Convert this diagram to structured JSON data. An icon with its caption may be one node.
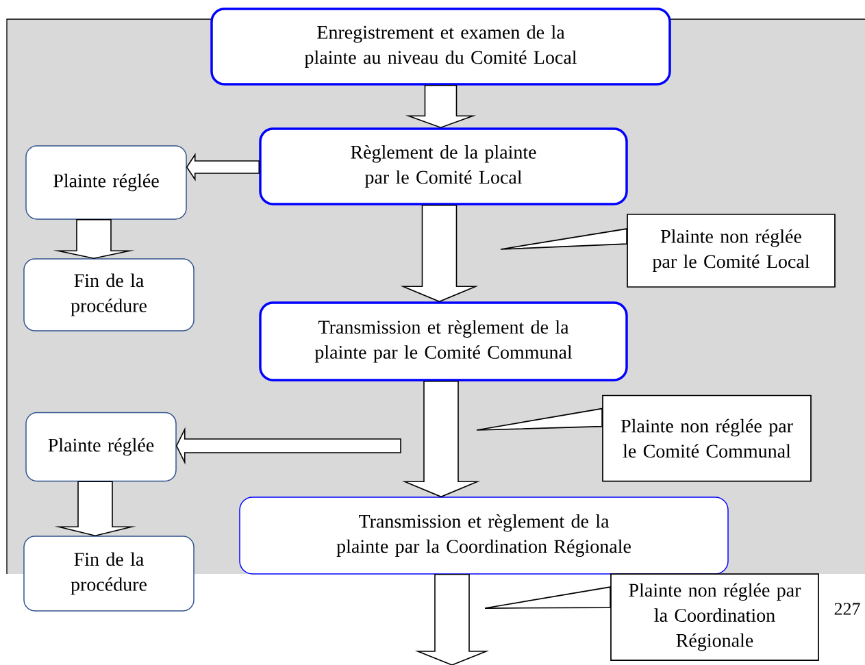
{
  "diagram": {
    "nodes": [
      {
        "text": [
          "Enregistrement et examen de la plainte au niveau du Comité Local"
        ]
      },
      {
        "text": [
          "Règlement de la plainte par le Comité Local"
        ]
      },
      {
        "text": [
          "Plainte réglée"
        ]
      },
      {
        "text": [
          "Fin de la procédure"
        ]
      },
      {
        "text": [
          "Plainte non réglée par le Comité Local"
        ]
      },
      {
        "text": [
          "Transmission et règlement de la plainte par le Comité Communal"
        ]
      },
      {
        "text": [
          "Plainte réglée"
        ]
      },
      {
        "text": [
          "Fin de la procédure"
        ]
      },
      {
        "text": [
          "Plainte non réglée par le Comité Communal"
        ]
      },
      {
        "text": [
          "Transmission et règlement de la plainte par la Coordination Régionale"
        ]
      },
      {
        "text": [
          "Plainte non réglée par la Coordination Régionale"
        ]
      }
    ],
    "edges": [
      {
        "from": 0,
        "to": 1,
        "arrow": "to"
      },
      {
        "from": 1,
        "to": 2,
        "arrow": "to"
      },
      {
        "from": 2,
        "to": 3,
        "arrow": "to"
      },
      {
        "from": 1,
        "to": 5,
        "arrow": "to"
      },
      {
        "from": 4,
        "to": null,
        "arrow": "to"
      },
      {
        "from": 5,
        "to": 6,
        "arrow": "to"
      },
      {
        "from": 6,
        "to": 7,
        "arrow": "to"
      },
      {
        "from": 5,
        "to": 9,
        "arrow": "to"
      },
      {
        "from": 8,
        "to": null,
        "arrow": "to"
      },
      {
        "from": 9,
        "to": null,
        "arrow": "to"
      },
      {
        "from": 10,
        "to": null,
        "arrow": "to"
      }
    ],
    "labels": [
      "227"
    ]
  }
}
